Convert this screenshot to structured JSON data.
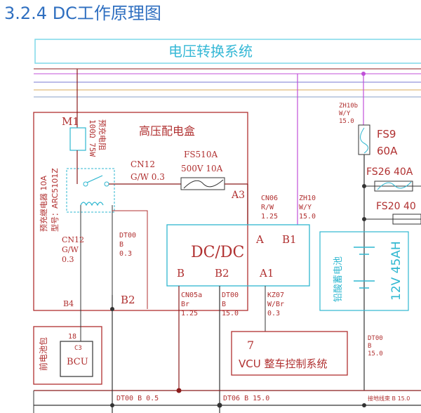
{
  "heading": "3.2.4  DC工作原理图",
  "diagram": {
    "banner": "电压转换系统",
    "m1": "M1",
    "resistor": "100Ω 75W",
    "resistor_sub": "预充电阻",
    "relay_line1": "预充继电器 10A",
    "relay_line2": "型号：ARC5101Z",
    "hv_box": "高压配电盒",
    "fuse_name": "FS510A",
    "fuse_rating": "500V  10A",
    "cn12_top": "CN12",
    "cn12_top_wire": "G/W  0.3",
    "a3": "A3",
    "cn12_bot": "CN12",
    "cn12_bot_wire1": "G/W",
    "cn12_bot_wire2": "0.3",
    "dt00_top": "DT00",
    "dt00_top_1": "B",
    "dt00_top_2": "0.3",
    "b4": "B4",
    "b2_left": "B2",
    "cn06": "CN06",
    "cn06_1": "R/W",
    "cn06_2": "1.25",
    "zh10": "ZH10",
    "zh10_1": "W/Y",
    "zh10_2": "15.0",
    "dcdc": "DC/DC",
    "pin_a": "A",
    "pin_b1": "B1",
    "pin_b": "B",
    "pin_b2": "B2",
    "pin_a1": "A1",
    "cn05a": "CN05a",
    "cn05a_1": "Br",
    "cn05a_2": "1.25",
    "dt00_mid": "DT00",
    "dt00_mid_1": "B",
    "dt00_mid_2": "15.0",
    "kz07": "KZ07",
    "kz07_1": "W/Br",
    "kz07_2": "0.3",
    "vcu_num": "7",
    "vcu_label": "VCU  整车控制系统",
    "zh10b": "ZH10b",
    "zh10b_1": "W/Y",
    "zh10b_2": "15.0",
    "fs9": "FS9",
    "fs9_rating": "60A",
    "fs26": "FS26  40A",
    "fs20": "FS20  40",
    "battery_label": "铅酸蓄电池",
    "battery_rating": "12V  45AH",
    "dt00_right": "DT00",
    "dt00_right_1": "B",
    "dt00_right_2": "15.0",
    "bcu_box_label": "前电池包",
    "bcu_pin": "18",
    "bcu_c3": "C3",
    "bcu": "BCU",
    "bus_dt00": "DT00  B  0.5",
    "bus_dt06": "DT06  B  15.0",
    "bus_right": "接地线束  B  15.0"
  }
}
